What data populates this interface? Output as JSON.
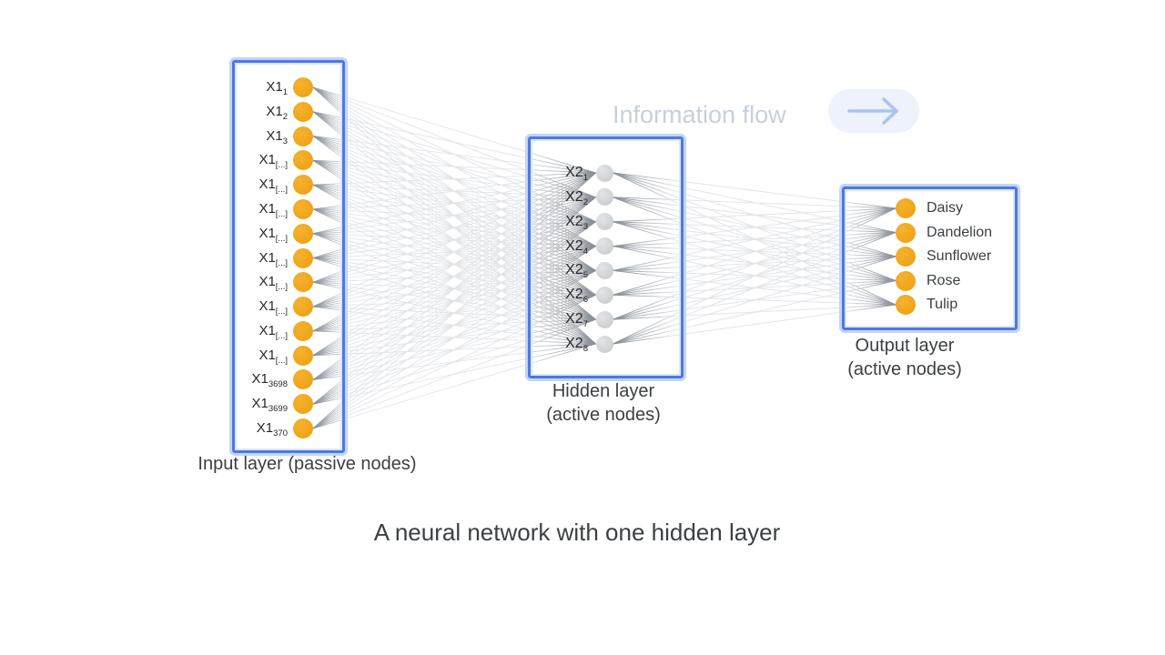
{
  "info_flow": {
    "label": "Information flow"
  },
  "layers": {
    "input": {
      "caption": "Input layer (passive nodes)",
      "nodes": [
        {
          "base": "X1",
          "sub": "1"
        },
        {
          "base": "X1",
          "sub": "2"
        },
        {
          "base": "X1",
          "sub": "3"
        },
        {
          "base": "X1",
          "sub": "[...]"
        },
        {
          "base": "X1",
          "sub": "[...]"
        },
        {
          "base": "X1",
          "sub": "[...]"
        },
        {
          "base": "X1",
          "sub": "[...]"
        },
        {
          "base": "X1",
          "sub": "[...]"
        },
        {
          "base": "X1",
          "sub": "[...]"
        },
        {
          "base": "X1",
          "sub": "[...]"
        },
        {
          "base": "X1",
          "sub": "[...]"
        },
        {
          "base": "X1",
          "sub": "[...]"
        },
        {
          "base": "X1",
          "sub": "3698"
        },
        {
          "base": "X1",
          "sub": "3699"
        },
        {
          "base": "X1",
          "sub": "370"
        }
      ]
    },
    "hidden": {
      "caption_line1": "Hidden layer",
      "caption_line2": "(active nodes)",
      "nodes": [
        {
          "base": "X2",
          "sub": "1"
        },
        {
          "base": "X2",
          "sub": "2"
        },
        {
          "base": "X2",
          "sub": "3"
        },
        {
          "base": "X2",
          "sub": "4"
        },
        {
          "base": "X2",
          "sub": "5"
        },
        {
          "base": "X2",
          "sub": "6"
        },
        {
          "base": "X2",
          "sub": "7"
        },
        {
          "base": "X2",
          "sub": "8"
        }
      ]
    },
    "output": {
      "caption_line1": "Output layer",
      "caption_line2": "(active nodes)",
      "nodes": [
        "Daisy",
        "Dandelion",
        "Sunflower",
        "Rose",
        "Tulip"
      ]
    }
  },
  "footer_caption": "A neural network with one hidden layer",
  "colors": {
    "active_node": "#F1A71E",
    "hidden_node": "#D5D6D8",
    "box_border": "#4B79E3",
    "box_halo": "#C4D4F6",
    "line_dark": "#878D95",
    "line_light": "#E2E4E9",
    "label_text": "#26282C",
    "caption_text": "#3C4043",
    "info_text": "#C8CFDB",
    "pill_bg": "#EEF2FA",
    "arrow": "#A9C4F2"
  }
}
